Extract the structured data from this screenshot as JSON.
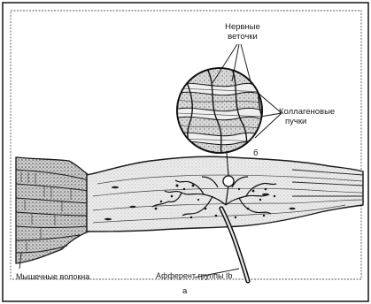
{
  "labels": {
    "nerve_branches_line1": "Нервные",
    "nerve_branches_line2": "веточки",
    "collagen_line1": "Коллагеновые",
    "collagen_line2": "пучки",
    "panel_b": "б",
    "muscle_fibers": "Мышечные волокна",
    "afferent": "Афферент группы Ib",
    "panel_a": "а"
  }
}
